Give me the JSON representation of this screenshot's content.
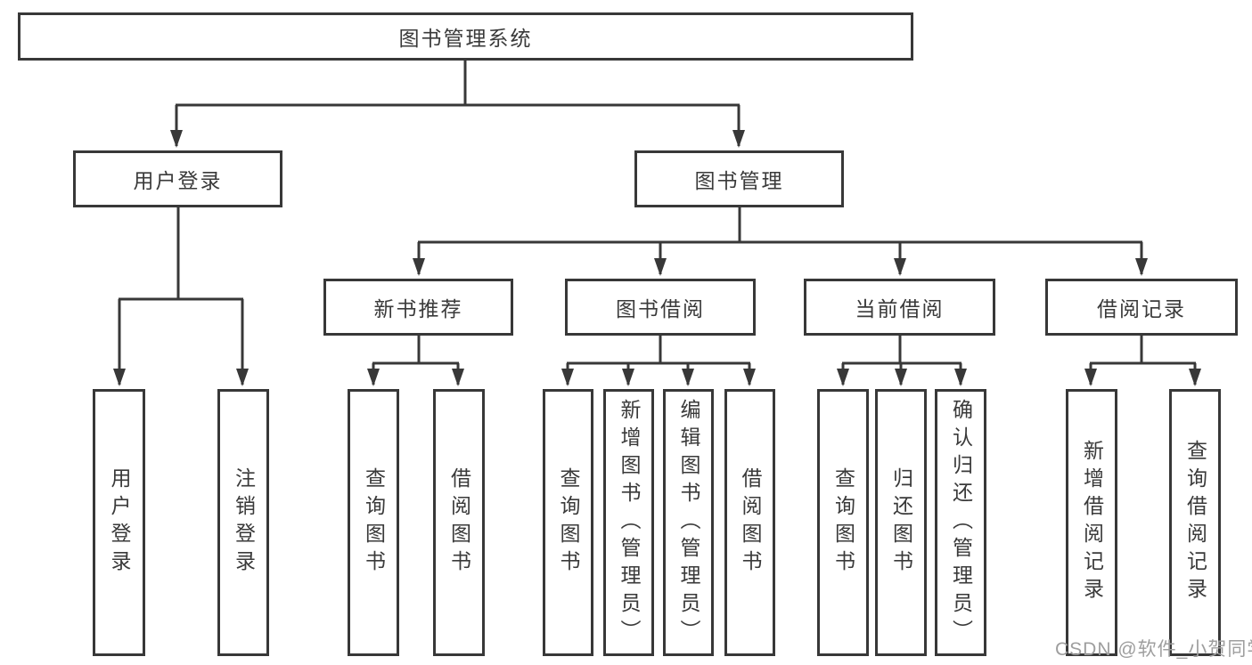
{
  "diagram": {
    "title": "图书管理系统",
    "root": {
      "label": "图书管理系统"
    },
    "level2": [
      {
        "label": "用户登录"
      },
      {
        "label": "图书管理"
      }
    ],
    "level3": [
      {
        "label": "新书推荐"
      },
      {
        "label": "图书借阅"
      },
      {
        "label": "当前借阅"
      },
      {
        "label": "借阅记录"
      }
    ],
    "leaves": [
      {
        "label": "用户登录"
      },
      {
        "label": "注销登录"
      },
      {
        "label": "查询图书"
      },
      {
        "label": "借阅图书"
      },
      {
        "label": "查询图书"
      },
      {
        "label": "新增图书（管理员）"
      },
      {
        "label": "编辑图书（管理员）"
      },
      {
        "label": "借阅图书"
      },
      {
        "label": "查询图书"
      },
      {
        "label": "归还图书"
      },
      {
        "label": "确认归还（管理员）"
      },
      {
        "label": "新增借阅记录"
      },
      {
        "label": "查询借阅记录"
      }
    ]
  },
  "watermark": {
    "text": "CSDN @软件_小贺同学"
  },
  "colors": {
    "line": "#383838",
    "text": "#3a3a3a",
    "watermark": "#9e9e9e",
    "background": "#ffffff"
  }
}
